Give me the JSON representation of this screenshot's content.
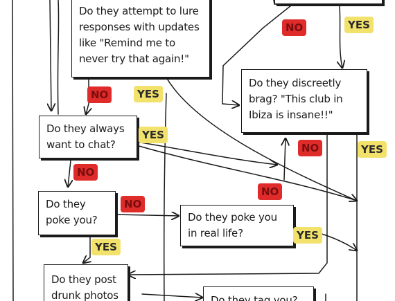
{
  "nodes": {
    "lure": "Do they attempt to lure responses with updates like \"Remind me to never try that again!\"",
    "brag": "Do they discreetly brag? \"This club in Ibiza is insane!!\"",
    "chat": "Do they always want to chat?",
    "poke": "Do they poke you?",
    "poke_real": "Do they poke you in real life?",
    "drunk": "Do they post drunk photos",
    "tag": "Do they tag you?"
  },
  "labels": {
    "no": "NO",
    "yes": "YES"
  },
  "colors": {
    "no_bg": "#e02b2b",
    "yes_bg": "#f2e16b",
    "ink": "#1a1a1a"
  }
}
